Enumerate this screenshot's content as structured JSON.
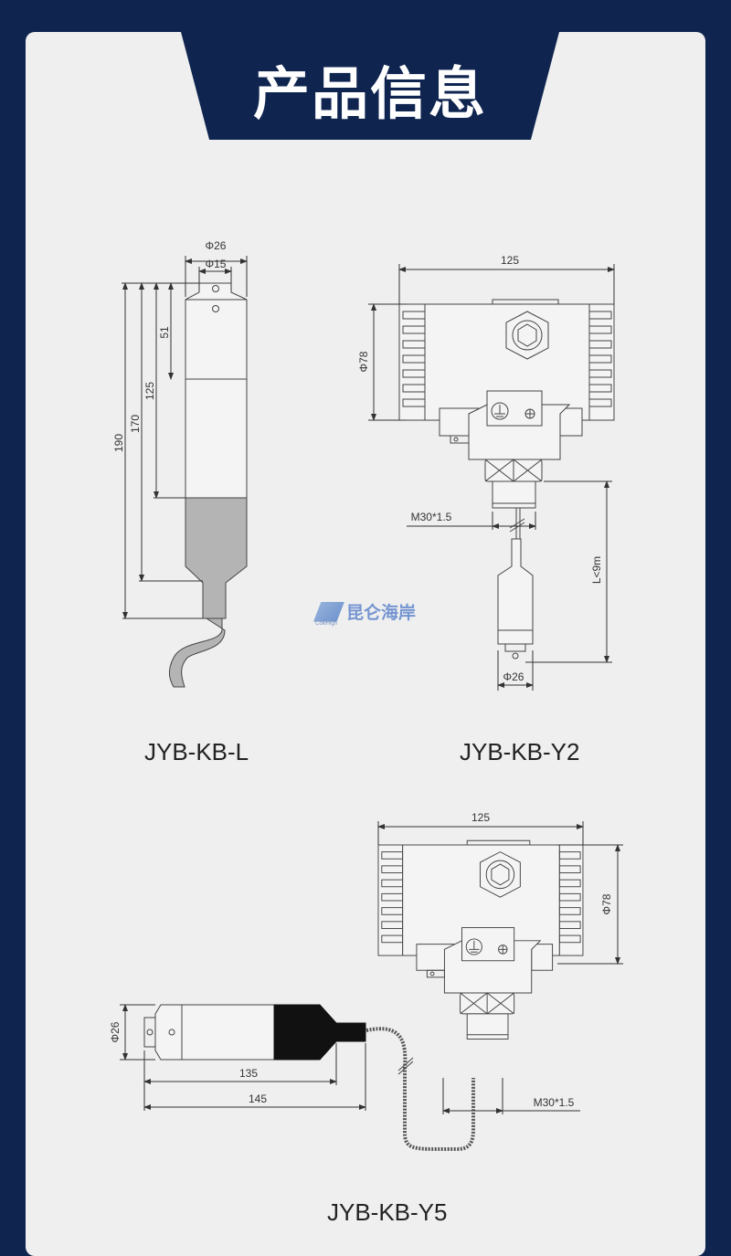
{
  "header": {
    "title": "产品信息"
  },
  "logo": {
    "brand_cn": "昆仑海岸",
    "brand_en": "ColliHigh"
  },
  "models": [
    {
      "name": "JYB-KB-L",
      "dims": {
        "d_outer": "Φ26",
        "d_inner": "Φ15",
        "h1": "51",
        "h2": "125",
        "h3": "170",
        "h4": "190"
      }
    },
    {
      "name": "JYB-KB-Y2",
      "dims": {
        "width": "125",
        "dia": "Φ78",
        "thread": "M30*1.5",
        "cable": "L<9m",
        "probe": "Φ26"
      }
    },
    {
      "name": "JYB-KB-Y5",
      "dims": {
        "width": "125",
        "dia": "Φ78",
        "thread": "M30*1.5",
        "probe": "Φ26",
        "len1": "135",
        "len2": "145"
      }
    }
  ],
  "colors": {
    "navy": "#0f2550",
    "panel": "#efefef",
    "line": "#444444",
    "probe_fill": "#b4b4b4"
  }
}
